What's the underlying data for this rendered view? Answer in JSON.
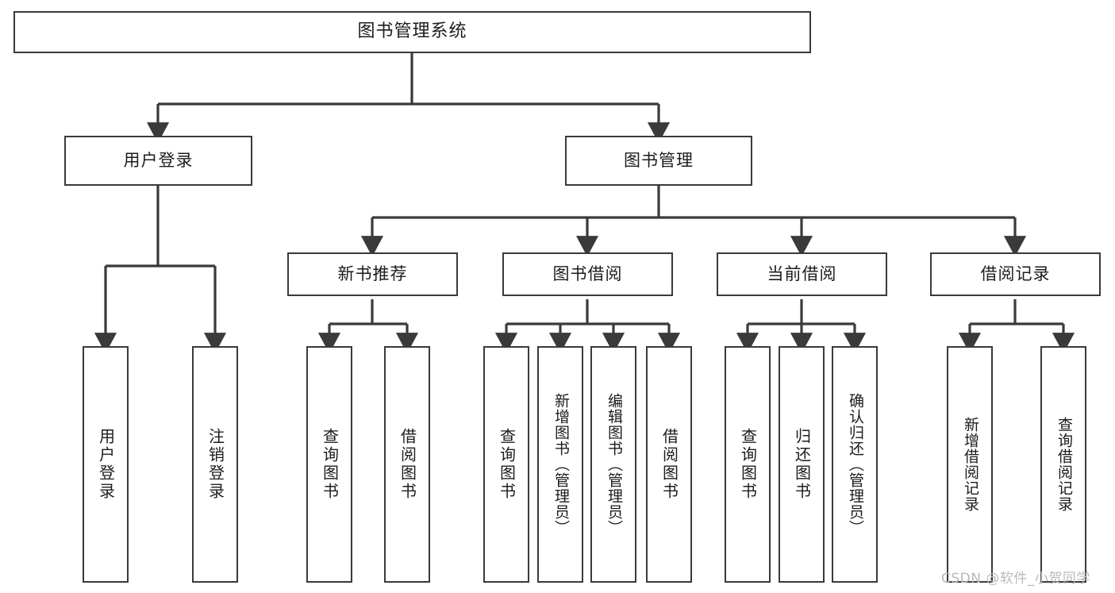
{
  "diagram": {
    "type": "tree",
    "title": "图书管理系统",
    "watermark": "CSDN @软件_小贺同学",
    "colors": {
      "box_border": "#3a3a3a",
      "box_fill": "#ffffff",
      "connector": "#3a3a3a",
      "text": "#1c1c1c",
      "watermark": "#b9b9b9"
    },
    "nodes": {
      "root": {
        "label": "图书管理系统"
      },
      "level2": [
        {
          "label": "用户登录"
        },
        {
          "label": "图书管理"
        }
      ],
      "level3": [
        {
          "label": "新书推荐"
        },
        {
          "label": "图书借阅"
        },
        {
          "label": "当前借阅"
        },
        {
          "label": "借阅记录"
        }
      ],
      "leaves": {
        "user_login": [
          {
            "label": "用户登录"
          },
          {
            "label": "注销登录"
          }
        ],
        "new_book": [
          {
            "label": "查询图书"
          },
          {
            "label": "借阅图书"
          }
        ],
        "borrow_book": [
          {
            "label": "查询图书"
          },
          {
            "label": "新增图书（管理员）"
          },
          {
            "label": "编辑图书（管理员）"
          },
          {
            "label": "借阅图书"
          }
        ],
        "current_borrow": [
          {
            "label": "查询图书"
          },
          {
            "label": "归还图书"
          },
          {
            "label": "确认归还（管理员）"
          }
        ],
        "borrow_record": [
          {
            "label": "新增借阅记录"
          },
          {
            "label": "查询借阅记录"
          }
        ]
      }
    }
  }
}
